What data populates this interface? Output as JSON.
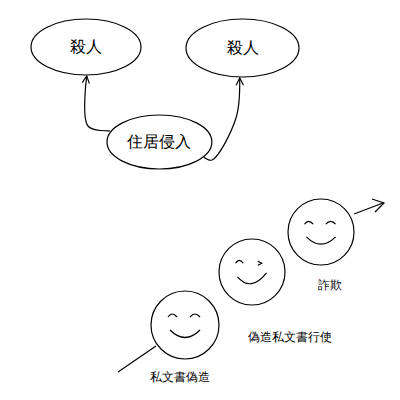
{
  "diagram": {
    "nodes": [
      {
        "text": [
          "殺人"
        ]
      },
      {
        "text": [
          "殺人"
        ]
      },
      {
        "text": [
          "住居侵入"
        ]
      },
      {
        "text": [
          "私文書偽造"
        ]
      },
      {
        "text": [
          "偽造私文書行使"
        ]
      },
      {
        "text": [
          "詐欺"
        ]
      }
    ],
    "edges": [
      {
        "from": 2,
        "to": 0,
        "arrow": "to"
      },
      {
        "from": 2,
        "to": 1,
        "arrow": "to"
      }
    ]
  }
}
